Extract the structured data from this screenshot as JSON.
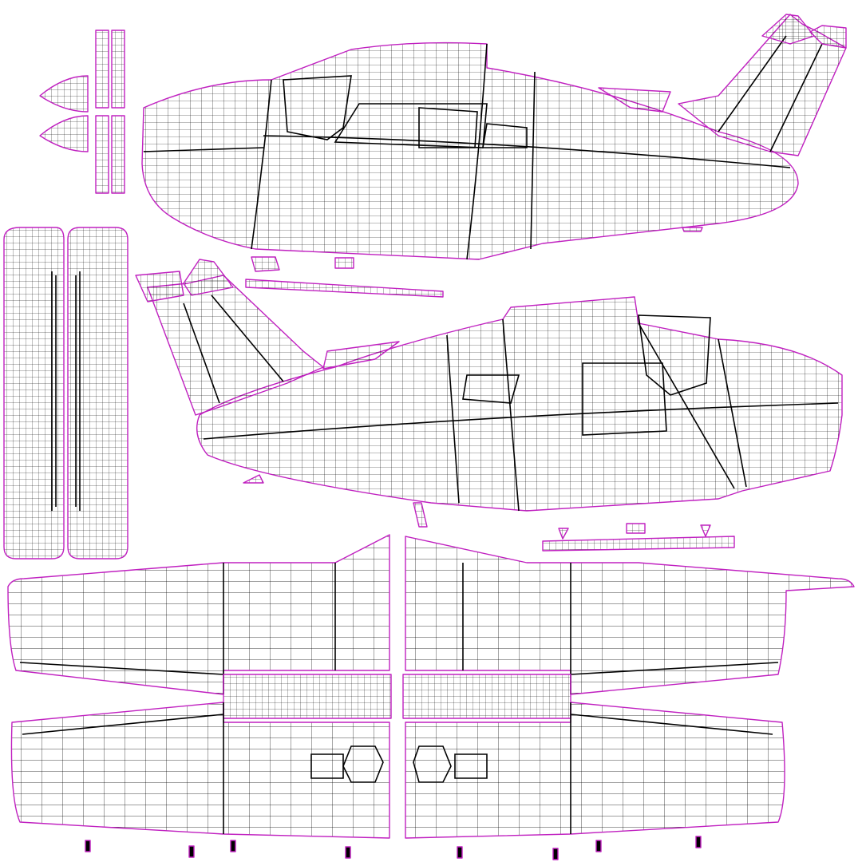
{
  "diagram": {
    "type": "uv-wireframe-layout",
    "colors": {
      "background": "#ffffff",
      "outline": "#c020c0",
      "wireframe": "#000000"
    },
    "pieces": [
      "fuselage-left-side",
      "fuselage-right-side",
      "vertical-tail-left",
      "vertical-tail-right",
      "horizontal-stabilizer-left",
      "horizontal-stabilizer-right",
      "spinner-halves",
      "propeller-blades",
      "wing-top-left",
      "wing-top-right",
      "wing-bottom-left",
      "wing-bottom-right",
      "small-parts"
    ]
  }
}
